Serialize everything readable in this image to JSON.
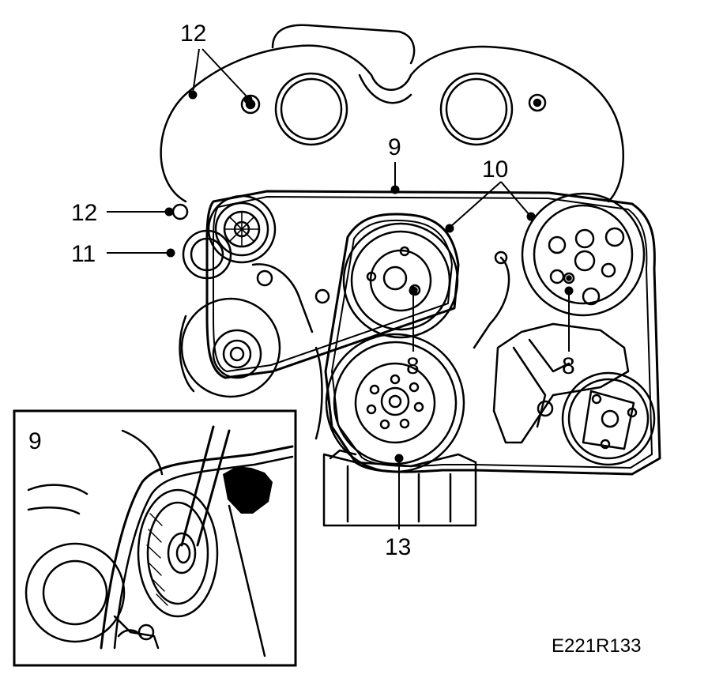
{
  "callouts": {
    "c12_top": "12",
    "c9": "9",
    "c10": "10",
    "c12_left": "12",
    "c11": "11",
    "c8_a": "8",
    "c8_b": "8",
    "c13": "13"
  },
  "inset": {
    "label": "9"
  },
  "figure_code": "E221R133"
}
